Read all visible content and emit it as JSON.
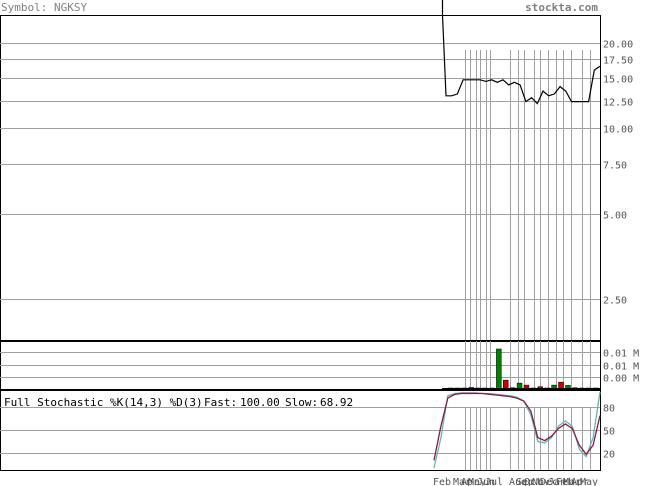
{
  "header": {
    "symbol_label": "Symbol: NGKSY",
    "site": "stockta.com"
  },
  "colors": {
    "background": "#ffffff",
    "frame": "#000000",
    "grid": "#a0a0a0",
    "price_line": "#000000",
    "volume_up": "#008000",
    "volume_down": "#cc0000",
    "fast_line": "#5fb8b0",
    "slow_line": "#8b1a4a",
    "text_muted": "#555555"
  },
  "chart_data": [
    {
      "type": "line",
      "panel": "price",
      "y_scale": "log",
      "y_ticks": [
        "20.00",
        "17.50",
        "15.00",
        "12.50",
        "10.00",
        "7.50",
        "5.00",
        "2.50"
      ],
      "ylim": [
        1.8,
        25
      ],
      "series": [
        {
          "values": [
            13.0,
            13.0,
            13.2,
            14.8,
            14.8,
            14.8,
            14.8,
            14.6,
            14.8,
            14.5,
            14.8,
            14.2,
            14.5,
            14.2,
            12.4,
            12.8,
            12.2,
            13.5,
            13.0,
            13.2,
            14.0,
            13.5,
            12.4,
            12.4,
            12.4,
            12.4,
            16.0,
            16.5
          ]
        }
      ]
    },
    {
      "type": "bar",
      "panel": "volume",
      "y_ticks": [
        "0.01 M",
        "0.01 M",
        "0.00 M"
      ],
      "series": [
        {
          "values": [
            0.0001,
            0.0003,
            0.0001,
            0.0005,
            0.0001,
            0.0002,
            0.0001,
            0.0123,
            0.0027,
            0.0004,
            0.0018,
            0.0012,
            0.0003,
            0.0007,
            0.0003,
            0.0012,
            0.0021,
            0.0011,
            0.0004,
            0.0002,
            0.0003,
            0.0001
          ],
          "direction": [
            "u",
            "u",
            "d",
            "u",
            "d",
            "u",
            "d",
            "u",
            "d",
            "u",
            "u",
            "d",
            "u",
            "d",
            "u",
            "u",
            "d",
            "u",
            "d",
            "u",
            "d",
            "u"
          ]
        }
      ]
    },
    {
      "type": "line",
      "panel": "stochastic",
      "title": "Full Stochastic %K(14,3) %D(3)",
      "fast_label": "Fast:",
      "fast_value": "100.00",
      "slow_label": "Slow:",
      "slow_value": "68.92",
      "y_ticks": [
        "80",
        "50",
        "20"
      ],
      "ylim": [
        0,
        100
      ],
      "series": [
        {
          "name": "Fast",
          "values": [
            0,
            40,
            95,
            98,
            99,
            99,
            99,
            98,
            98,
            97,
            96,
            95,
            93,
            88,
            70,
            35,
            33,
            40,
            55,
            62,
            55,
            25,
            15,
            40,
            100
          ]
        },
        {
          "name": "Slow",
          "values": [
            10,
            55,
            92,
            97,
            98,
            98,
            98,
            98,
            97,
            96,
            95,
            94,
            92,
            88,
            75,
            40,
            36,
            42,
            52,
            58,
            52,
            30,
            18,
            30,
            69
          ]
        }
      ]
    }
  ],
  "x_axis": {
    "labels": [
      "Feb",
      "Mar",
      "Apr",
      "May",
      "Jun",
      "Jul",
      "Aug",
      "Sep",
      "Oct",
      "Nov",
      "Dec",
      "Jan",
      "Feb",
      "Mar",
      "Apr",
      "May"
    ]
  }
}
